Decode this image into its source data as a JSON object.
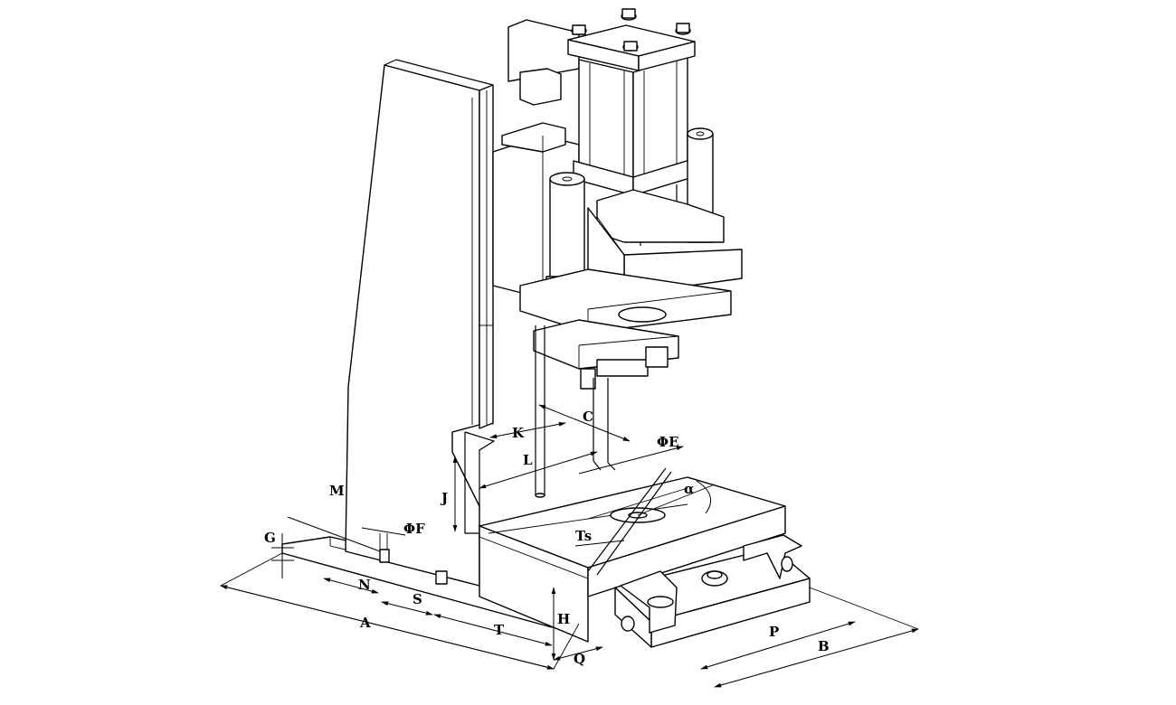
{
  "diagram": {
    "labels": {
      "M": "M",
      "G": "G",
      "F": "ΦF",
      "N": "N",
      "S": "S",
      "A": "A",
      "T": "T",
      "H": "H",
      "Q": "Q",
      "J": "J",
      "K": "K",
      "L": "L",
      "C": "C",
      "E": "ΦE",
      "alpha": "α",
      "Ts": "Ts",
      "P": "P",
      "B": "B"
    }
  }
}
